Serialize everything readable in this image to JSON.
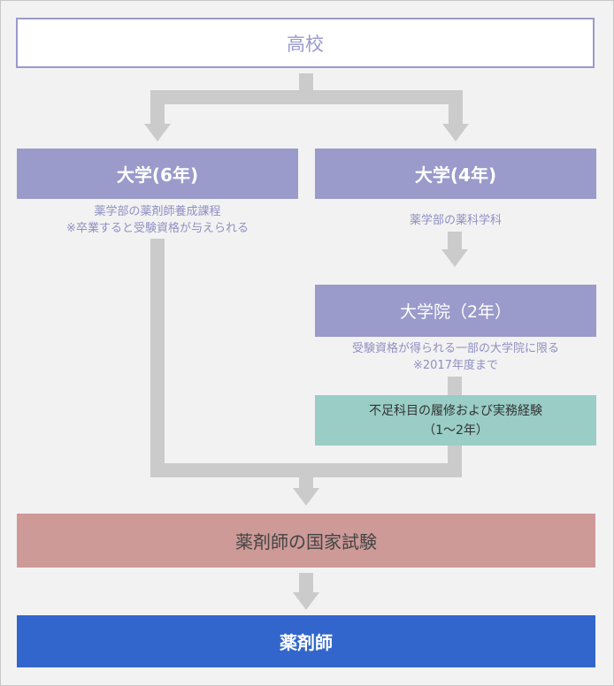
{
  "high_school": "高校",
  "univ_6yr": {
    "title": "大学(6年)",
    "note_line1": "薬学部の薬剤師養成課程",
    "note_line2": "※卒業すると受験資格が与えられる"
  },
  "univ_4yr": {
    "title": "大学(4年)",
    "note": "薬学部の薬科学科"
  },
  "grad_school": {
    "title": "大学院（2年）",
    "note_line1": "受験資格が得られる一部の大学院に限る",
    "note_line2": "※2017年度まで"
  },
  "additional_study": {
    "line1": "不足科目の履修および実務経験",
    "line2": "（1～2年）"
  },
  "national_exam": "薬剤師の国家試験",
  "pharmacist": "薬剤師",
  "colors": {
    "purple": "#9a9acb",
    "teal": "#99cdc5",
    "rose": "#cd9a98",
    "blue": "#3266cc",
    "connector": "#cbcbcb"
  }
}
